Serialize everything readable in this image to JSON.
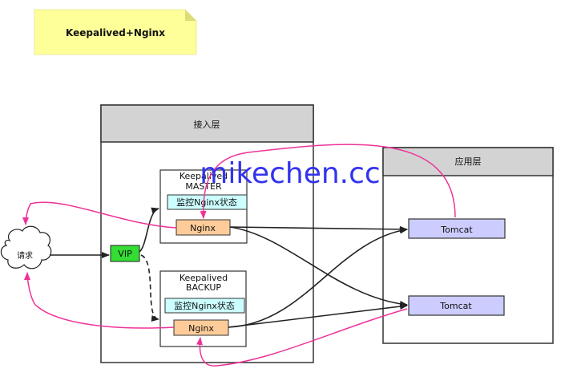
{
  "note": {
    "title": "Keepalived+Nginx"
  },
  "access_layer": {
    "title": "接入层"
  },
  "app_layer": {
    "title": "应用层"
  },
  "client": {
    "label": "请求"
  },
  "vip": {
    "label": "VIP"
  },
  "master": {
    "title_line1": "Keepalived",
    "title_line2": "MASTER",
    "monitor": "监控Nginx状态",
    "nginx": "Nginx"
  },
  "backup": {
    "title_line1": "Keepalived",
    "title_line2": "BACKUP",
    "monitor": "监控Nginx状态",
    "nginx": "Nginx"
  },
  "tomcat1": {
    "label": "Tomcat"
  },
  "tomcat2": {
    "label": "Tomcat"
  },
  "watermark": {
    "text": "mikechen.cc"
  },
  "colors": {
    "note_fill": "#ffff99",
    "layer_header": "#d3d3d3",
    "vip_fill": "#33dd33",
    "nginx_fill": "#ffcc99",
    "monitor_fill": "#ccffff",
    "tomcat_fill": "#ccccff",
    "response_arrow": "#ee3399",
    "watermark": "#3333ee"
  }
}
